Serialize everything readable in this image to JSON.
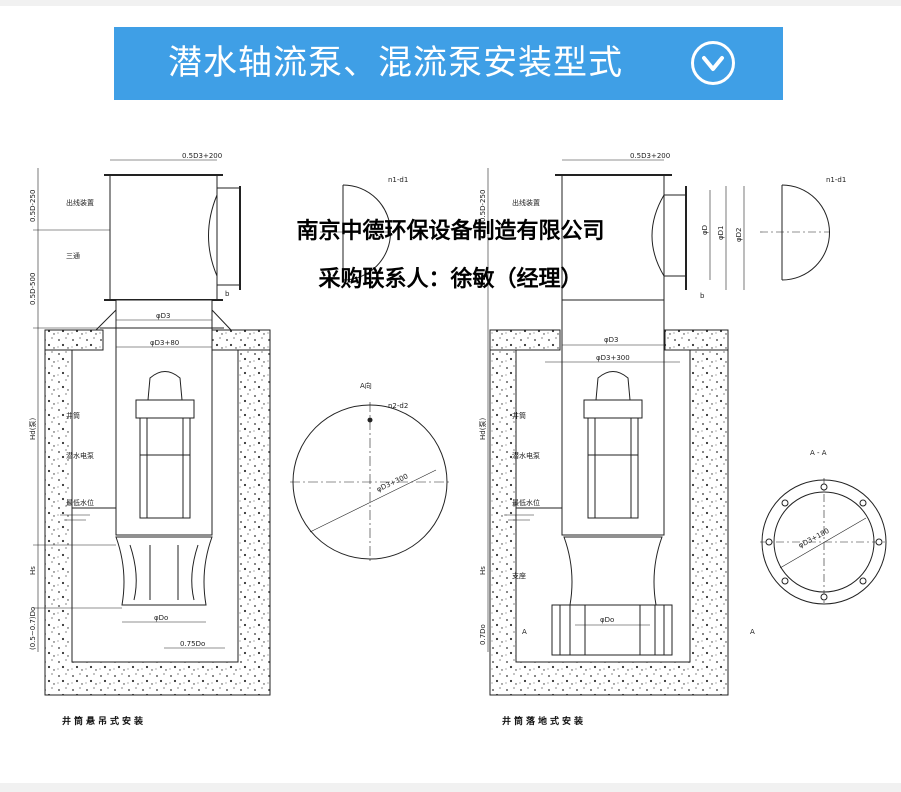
{
  "banner": {
    "title": "潜水轴流泵、混流泵安装型式",
    "accent_color": "#3f9fe6",
    "icon": "chevron-down-circle-icon"
  },
  "overlay": {
    "company": "南京中德环保设备制造有限公司",
    "contact": "采购联系人：徐敏（经理）"
  },
  "left_drawing": {
    "caption": "井筒悬吊式安装",
    "dims": {
      "top": "0.5D3+200",
      "d3": "φD3",
      "d3_80": "φD3+80",
      "do": "φDo",
      "d75": "0.75Do",
      "v1": "0.5D-250",
      "v2": "0.5D-500",
      "hd": "Hd(泵)",
      "hs": "Hs",
      "v3": "(0.5~0.7)Do",
      "b": "b"
    },
    "labels": [
      "出线装置",
      "三通",
      "井筒",
      "潜水电泵",
      "最低水位"
    ],
    "flange_view": {
      "n": "n2-d2",
      "d": "φD3+300",
      "title": "A向"
    },
    "elbow": {
      "n": "n1-d1"
    }
  },
  "right_drawing": {
    "caption": "井筒落地式安装",
    "dims": {
      "top": "0.5D3+200",
      "d3": "φD3",
      "d3_300": "φD3+300",
      "do": "φDo",
      "d0": "φD",
      "d1": "φD1",
      "d2": "φD2",
      "v1": "0.5D-250",
      "hd": "Hd(泵)",
      "hs": "Hs",
      "v3": "0.7Do",
      "b": "b",
      "a": "A"
    },
    "labels": [
      "出线装置",
      "井筒",
      "潜水电泵",
      "最低水位",
      "支座"
    ],
    "section_view": {
      "title": "A - A",
      "d": "φD3+180"
    },
    "elbow": {
      "n": "n1-d1"
    }
  }
}
